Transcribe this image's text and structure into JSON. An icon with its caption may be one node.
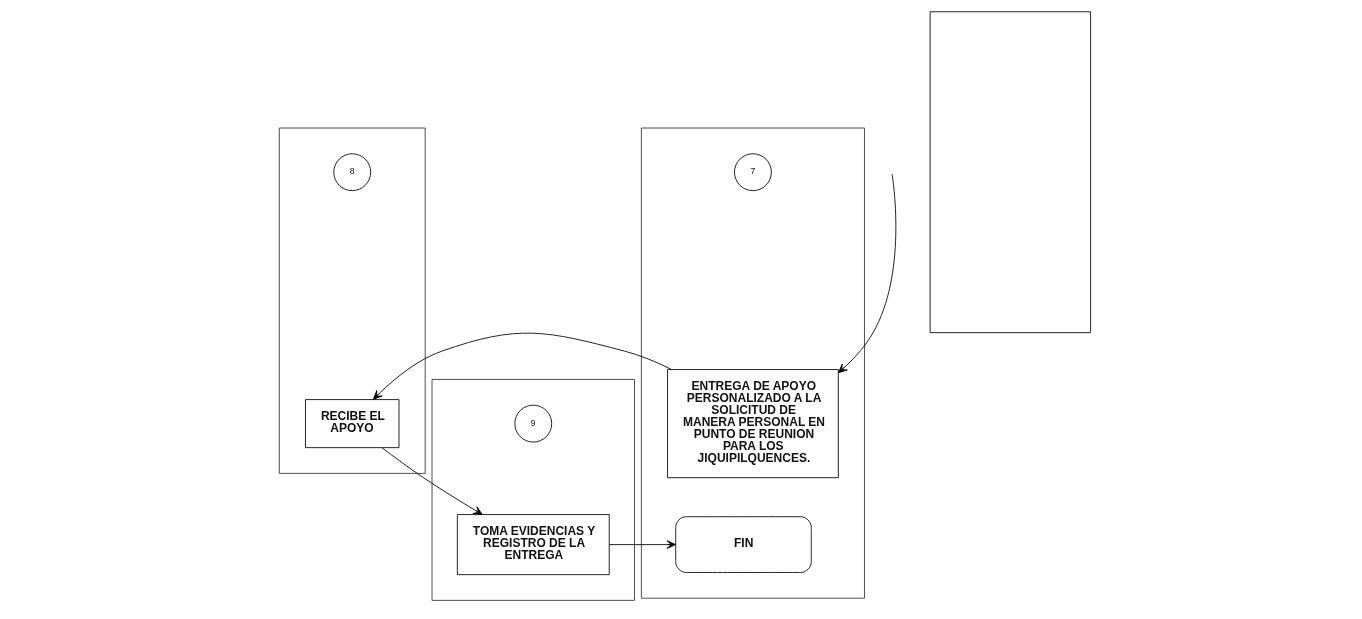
{
  "diagram": {
    "nodes": [
      {
        "text": [],
        "shape": "band"
      },
      {
        "text": [
          "8"
        ],
        "in": 0
      },
      {
        "text": [
          "RECIBE EL APOYO"
        ],
        "in": 0
      },
      {
        "text": [],
        "shape": "band"
      },
      {
        "text": [
          "9"
        ],
        "in": 3
      },
      {
        "text": [
          "TOMA EVIDENCIAS Y REGISTRO DE LA ENTREGA"
        ],
        "in": 3
      },
      {
        "text": [],
        "shape": "band"
      },
      {
        "text": [
          "7"
        ],
        "in": 6
      },
      {
        "text": [
          "ENTREGA DE APOYO PERSONALIZADO A LA SOLICITUD DE MANERA PERSONAL EN PUNTO DE REUNION PARA LOS JIQUIPILQUENCES."
        ],
        "in": 6
      },
      {
        "text": [
          "FIN"
        ],
        "in": 6
      },
      {
        "text": [],
        "shape": "band"
      }
    ],
    "edges": [
      {
        "from": null,
        "to": 8,
        "arrow": "to"
      },
      {
        "from": 8,
        "to": 2,
        "arrow": "to"
      },
      {
        "from": 2,
        "to": 5,
        "arrow": "to"
      },
      {
        "from": 5,
        "to": 9,
        "arrow": "to"
      }
    ]
  }
}
